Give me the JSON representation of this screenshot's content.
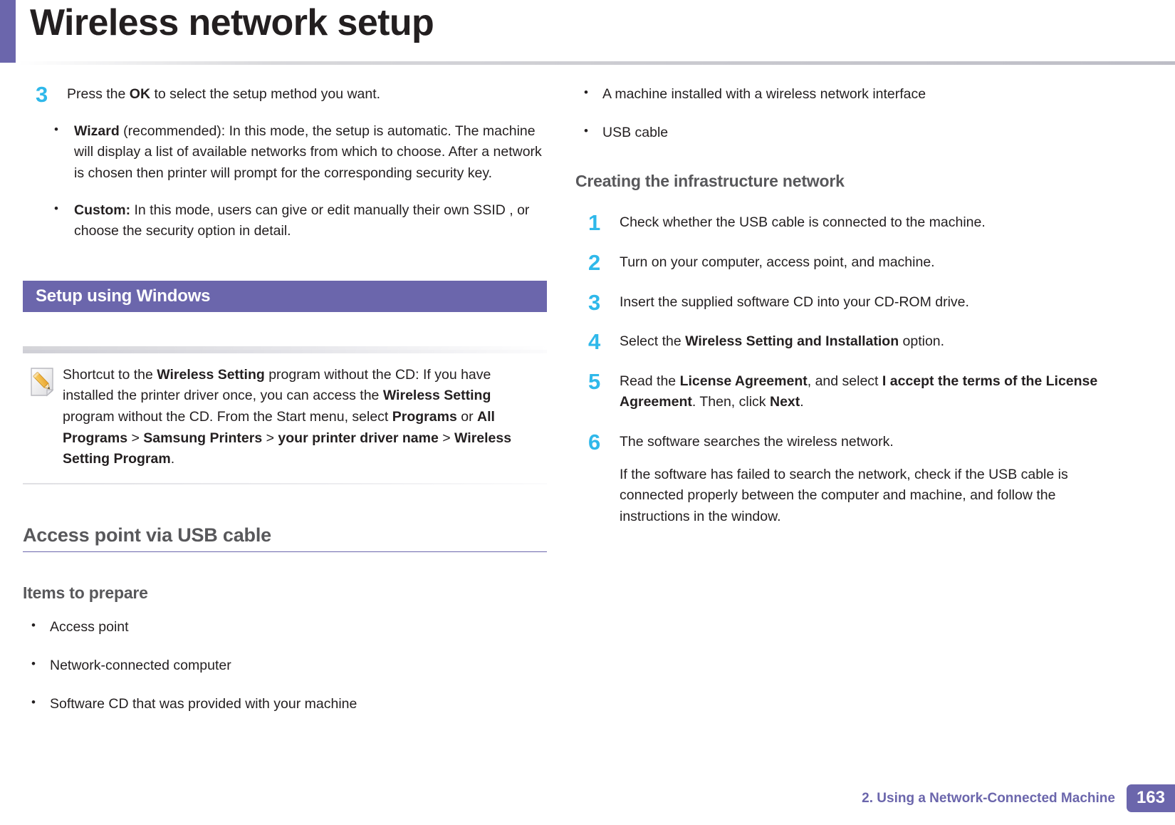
{
  "header": {
    "title": "Wireless network setup",
    "accent_color": "#6b66ac"
  },
  "colors": {
    "accent_purple": "#6b66ac",
    "step_number_cyan": "#2fb8ea",
    "heading_gray": "#58585b",
    "body_black": "#231f20"
  },
  "left_column": {
    "step3": {
      "number": "3",
      "text_parts": {
        "before": "Press the ",
        "bold": "OK",
        "after": " to select the setup method you want."
      },
      "bullets": [
        {
          "bold_lead": "Wizard",
          "rest": " (recommended): In this mode, the setup is automatic. The machine will display a list of available networks from which to choose. After a network is chosen then printer will prompt for the corresponding security key."
        },
        {
          "bold_lead": "Custom:",
          "rest": " In this mode, users can give or edit manually their own SSID , or choose the security option in detail."
        }
      ]
    },
    "section_bar": {
      "title": "Setup using Windows"
    },
    "note": {
      "icon": "note-pencil-icon",
      "segments": [
        {
          "text": "Shortcut to the ",
          "bold": false
        },
        {
          "text": "Wireless Setting",
          "bold": true
        },
        {
          "text": " program without the CD: If you have installed the printer driver once, you can access the ",
          "bold": false
        },
        {
          "text": "Wireless Setting",
          "bold": true
        },
        {
          "text": " program without the CD. From the Start menu, select ",
          "bold": false
        },
        {
          "text": "Programs",
          "bold": true
        },
        {
          "text": " or ",
          "bold": false
        },
        {
          "text": "All Programs",
          "bold": true
        },
        {
          "text": " > ",
          "bold": false
        },
        {
          "text": "Samsung Printers",
          "bold": true
        },
        {
          "text": " > ",
          "bold": false
        },
        {
          "text": "your printer driver name",
          "bold": true
        },
        {
          "text": " > ",
          "bold": false
        },
        {
          "text": "Wireless Setting Program",
          "bold": true
        },
        {
          "text": ".",
          "bold": false
        }
      ]
    },
    "access_point_heading": "Access point via USB cable",
    "items_to_prepare_heading": "Items to prepare",
    "items_to_prepare": [
      "Access point",
      "Network-connected computer",
      "Software CD that was provided with your machine"
    ]
  },
  "right_column": {
    "top_bullets": [
      "A machine installed with a wireless network interface",
      "USB cable"
    ],
    "creating_heading": "Creating the infrastructure network",
    "steps": [
      {
        "number": "1",
        "segments": [
          {
            "text": "Check whether the USB cable is connected to the machine.",
            "bold": false
          }
        ]
      },
      {
        "number": "2",
        "segments": [
          {
            "text": "Turn on your computer, access point, and machine.",
            "bold": false
          }
        ]
      },
      {
        "number": "3",
        "segments": [
          {
            "text": "Insert the supplied software CD into your CD-ROM drive.",
            "bold": false
          }
        ]
      },
      {
        "number": "4",
        "segments": [
          {
            "text": "Select the ",
            "bold": false
          },
          {
            "text": "Wireless Setting and Installation",
            "bold": true
          },
          {
            "text": " option.",
            "bold": false
          }
        ]
      },
      {
        "number": "5",
        "segments": [
          {
            "text": "Read the ",
            "bold": false
          },
          {
            "text": "License Agreement",
            "bold": true
          },
          {
            "text": ", and select ",
            "bold": false
          },
          {
            "text": "I accept the terms of the License Agreement",
            "bold": true
          },
          {
            "text": ". Then, click ",
            "bold": false
          },
          {
            "text": "Next",
            "bold": true
          },
          {
            "text": ".",
            "bold": false
          }
        ]
      },
      {
        "number": "6",
        "segments": [
          {
            "text": "The software searches the wireless network.",
            "bold": false
          }
        ],
        "sub_paragraph": "If the software has failed to search the network, check if the USB cable is connected properly between the computer and machine, and follow the instructions in the window."
      }
    ]
  },
  "footer": {
    "chapter_text": "2.  Using a Network-Connected Machine",
    "page_number": "163"
  }
}
